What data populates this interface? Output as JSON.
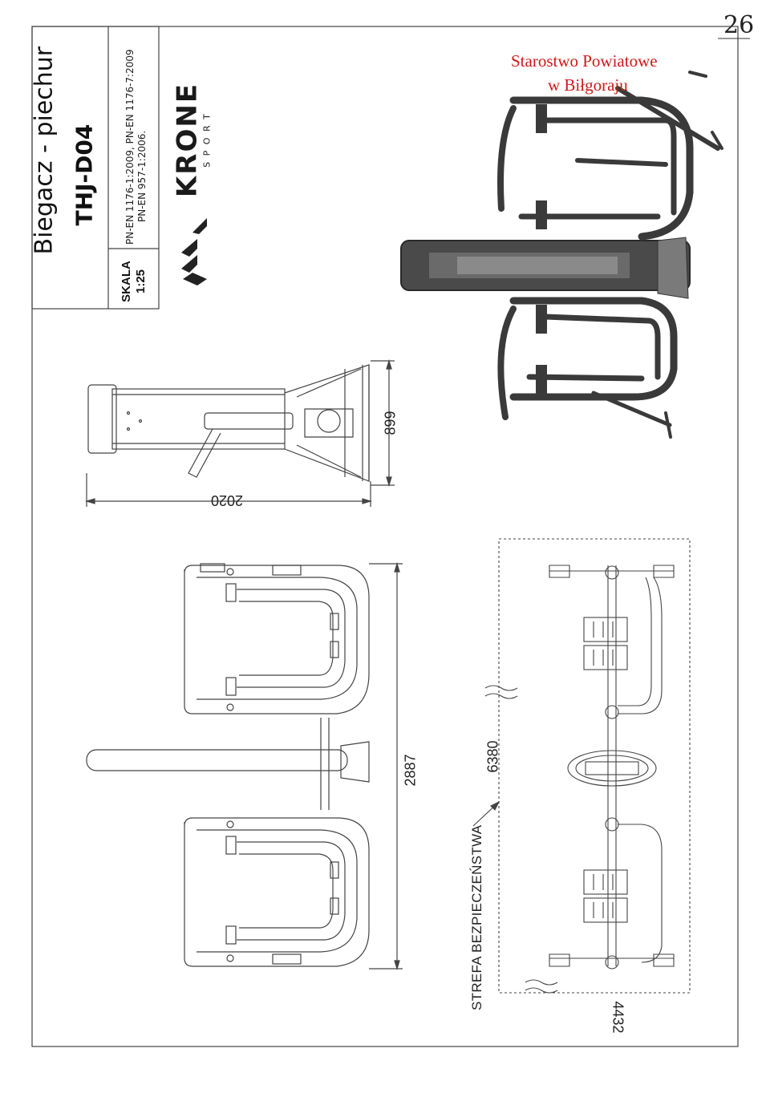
{
  "title_block": {
    "title": "Biegacz - piechur",
    "code": "THJ-D04",
    "scale_label": "SKALA",
    "scale_value": "1:25",
    "norms_line1": "PN-EN 1176-1:2009, PN-EN 1176-7:2009",
    "norms_line2": "PN-EN 957-1:2006."
  },
  "logo": {
    "brand": "KRONE",
    "tagline": "S P O R T"
  },
  "stamp": {
    "line1": "Starostwo Powiatowe",
    "line2": "w Biłgoraju"
  },
  "page_number": "26",
  "dimensions": {
    "side_height": "2020",
    "side_depth": "899",
    "top_length": "2887",
    "zone_length": "6380",
    "zone_width": "4432"
  },
  "safety_zone_label": "STREFA BEZPIECZEŃSTWA",
  "colors": {
    "line": "#333333",
    "render_dark": "#3a3a3a",
    "stamp": "#d01818"
  }
}
